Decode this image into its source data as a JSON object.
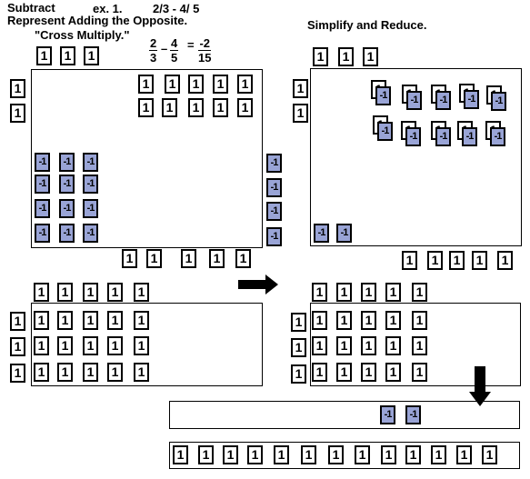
{
  "header": {
    "subtract": "Subtract",
    "example": "ex. 1.",
    "problem": "2/3 - 4/ 5",
    "represent": "Represent Adding the Opposite.",
    "cross_multiply": "\"Cross Multiply.\"",
    "simplify": "Simplify and Reduce."
  },
  "equation": {
    "a_num": "2",
    "a_den": "3",
    "op": "–",
    "b_num": "4",
    "b_den": "5",
    "eq": "=",
    "r_num": "-2",
    "r_den": "15"
  },
  "tiles": {
    "positive": "1",
    "negative": "-1"
  }
}
